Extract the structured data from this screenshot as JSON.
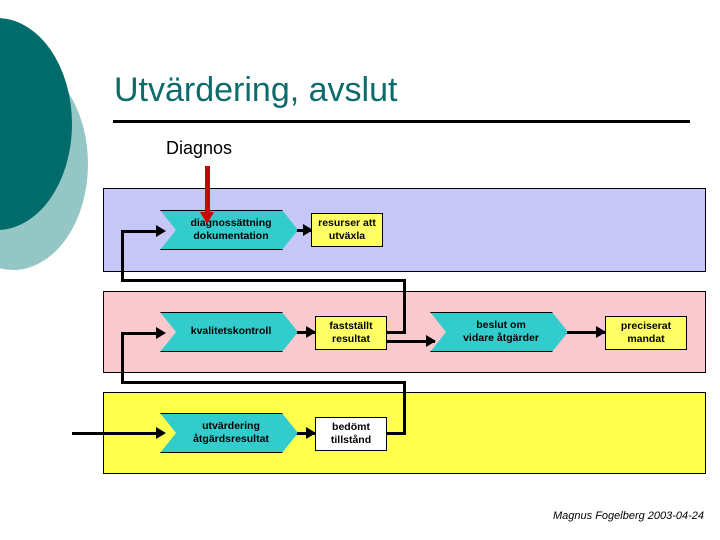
{
  "slide": {
    "title": "Utvärdering, avslut",
    "input_label": "Diagnos",
    "footer": "Magnus Fogelberg 2003-04-24"
  },
  "colors": {
    "title": "#0d6b6b",
    "deco_dark": "#006b6b",
    "deco_light": "#93c6c4",
    "band_1": "#c6c6f7",
    "band_2": "#f9c9cd",
    "band_3": "#ffff4d",
    "process": "#33cccc",
    "outcome_yellow": "#ffff66",
    "outcome_white": "#ffffff",
    "input_arrow": "#cc0000"
  },
  "bands": [
    {
      "name": "band-1",
      "fill": "#c6c6f7",
      "processes": [
        {
          "label": "diagnossättning\ndokumentation"
        }
      ],
      "outcomes": [
        {
          "label": "resurser att\nutväxla",
          "fill": "yellow"
        }
      ]
    },
    {
      "name": "band-2",
      "fill": "#f9c9cd",
      "processes": [
        {
          "label": "kvalitetskontroll"
        },
        {
          "label": "beslut om\nvidare åtgärder"
        }
      ],
      "outcomes": [
        {
          "label": "fastställt\nresultat",
          "fill": "yellow"
        },
        {
          "label": "preciserat\nmandat",
          "fill": "yellow"
        }
      ]
    },
    {
      "name": "band-3",
      "fill": "#ffff4d",
      "processes": [
        {
          "label": "utvärdering\nåtgärdsresultat"
        }
      ],
      "outcomes": [
        {
          "label": "bedömt\ntillstånd",
          "fill": "white"
        }
      ]
    }
  ],
  "nodes": {
    "process_1": "diagnossättning\ndokumentation",
    "process_2": "kvalitetskontroll",
    "process_3": "beslut om\nvidare åtgärder",
    "process_4": "utvärdering\nåtgärdsresultat",
    "outcome_1": "resurser att\nutväxla",
    "outcome_2": "fastställt\nresultat",
    "outcome_3": "preciserat\nmandat",
    "outcome_4": "bedömt\ntillstånd"
  }
}
